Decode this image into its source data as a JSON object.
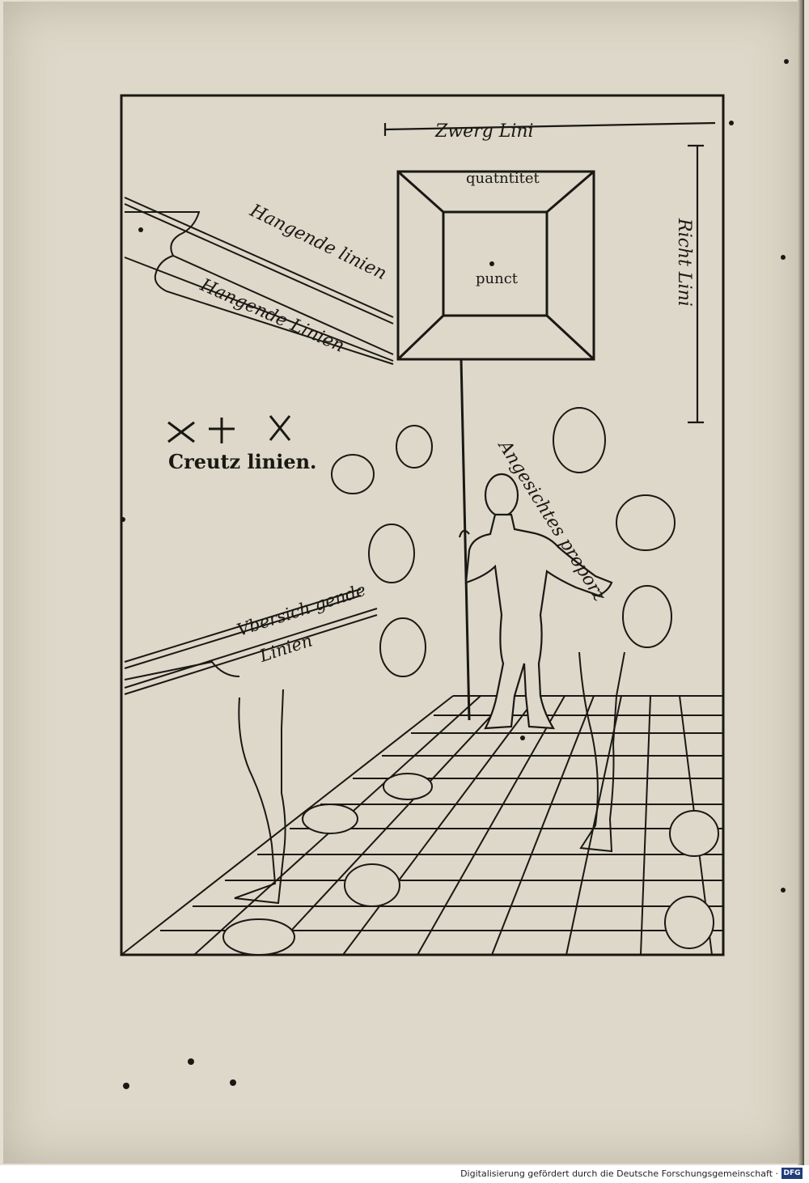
{
  "labels": {
    "zwerg": "Zwerg Lini",
    "quantitet": "quatntitet",
    "punct": "punct",
    "richt": "Richt Lini",
    "hangende1": "Hangende linien",
    "hangende2": "Hangende Linien",
    "creutz": "Creutz linien.",
    "angesichts": "Angesichtes proporz",
    "ubersich1": "Vbersich gende",
    "ubersich2": "Linien"
  },
  "footer": {
    "text": "Digitalisierung gefördert durch die Deutsche Forschungsgemeinschaft ·",
    "logo": "DFG"
  }
}
